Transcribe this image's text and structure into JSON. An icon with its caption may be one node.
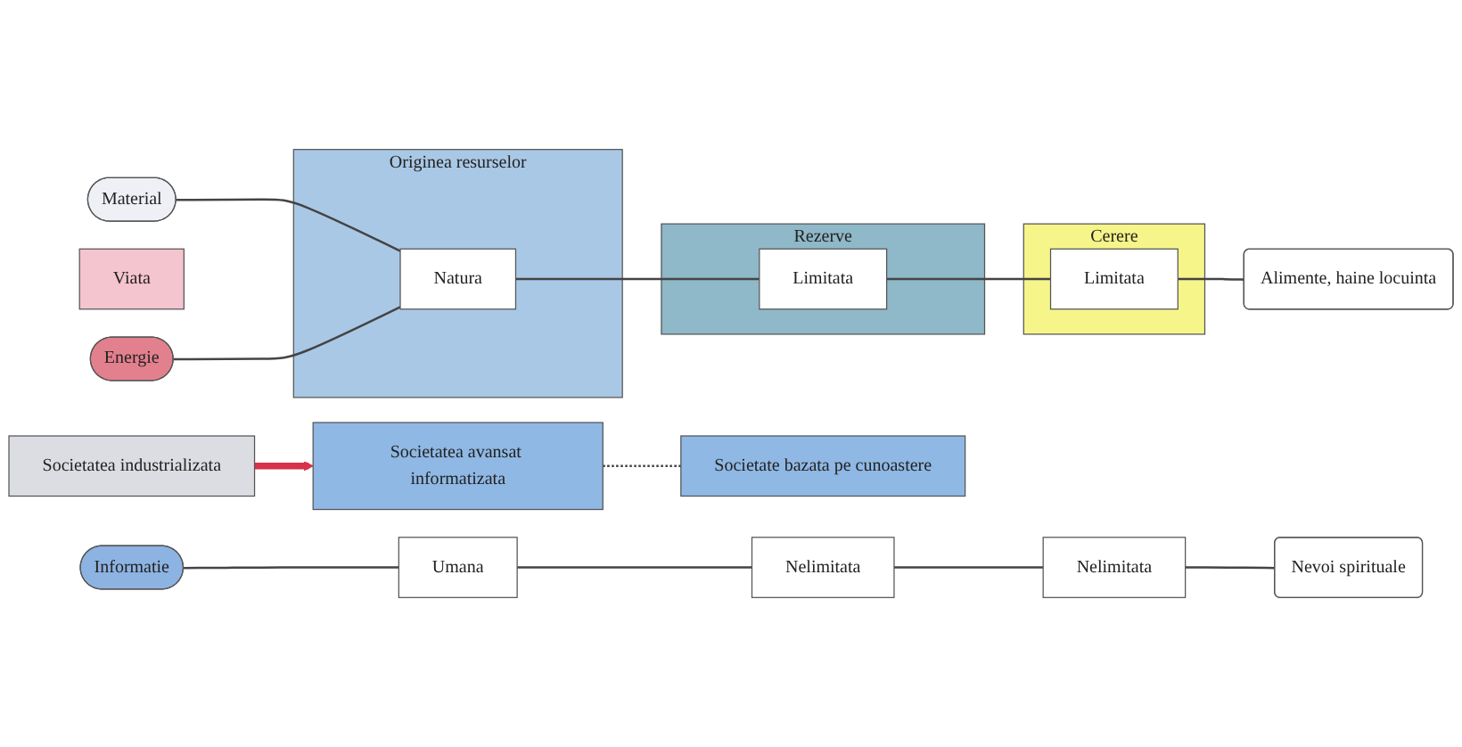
{
  "diagram": {
    "nodes": [
      {
        "text": [
          "Societatea industrializata"
        ]
      },
      {
        "text": [
          "Originea resurselor"
        ]
      },
      {
        "text": [
          "Rezerve"
        ]
      },
      {
        "text": [
          "Cerere"
        ]
      },
      {
        "text": [
          "Viata"
        ]
      },
      {
        "text": [
          "Material"
        ]
      },
      {
        "text": [
          "Natura"
        ],
        "in": 1
      },
      {
        "text": [
          "Limitata"
        ],
        "in": 2
      },
      {
        "text": [
          "Limitata"
        ],
        "in": 3
      },
      {
        "text": [
          "Alimente, haine locuinta"
        ]
      },
      {
        "text": [
          "Energie"
        ]
      },
      {
        "text": [
          "Informatie"
        ]
      },
      {
        "text": [
          "Umana"
        ]
      },
      {
        "text": [
          "Nelimitata"
        ]
      },
      {
        "text": [
          "Nelimitata"
        ]
      },
      {
        "text": [
          "Nevoi spirituale"
        ]
      },
      {
        "text": [
          "Societatea avansat informatizata"
        ]
      },
      {
        "text": [
          "Societate bazata pe cunoastere"
        ]
      }
    ],
    "edges": [
      {
        "from": 5,
        "to": 6,
        "arrow": "none"
      },
      {
        "from": 10,
        "to": 6,
        "arrow": "none"
      },
      {
        "from": 6,
        "to": 7,
        "arrow": "none"
      },
      {
        "from": 7,
        "to": 8,
        "arrow": "none"
      },
      {
        "from": 8,
        "to": 9,
        "arrow": "none"
      },
      {
        "from": 11,
        "to": 12,
        "arrow": "none"
      },
      {
        "from": 12,
        "to": 13,
        "arrow": "none"
      },
      {
        "from": 13,
        "to": 14,
        "arrow": "none"
      },
      {
        "from": 14,
        "to": 15,
        "arrow": "none"
      },
      {
        "from": 0,
        "to": 16,
        "arrow": "to",
        "style": "thick",
        "color": "#d9314a"
      },
      {
        "from": 16,
        "to": 17,
        "arrow": "none",
        "style": "dashed"
      }
    ]
  }
}
